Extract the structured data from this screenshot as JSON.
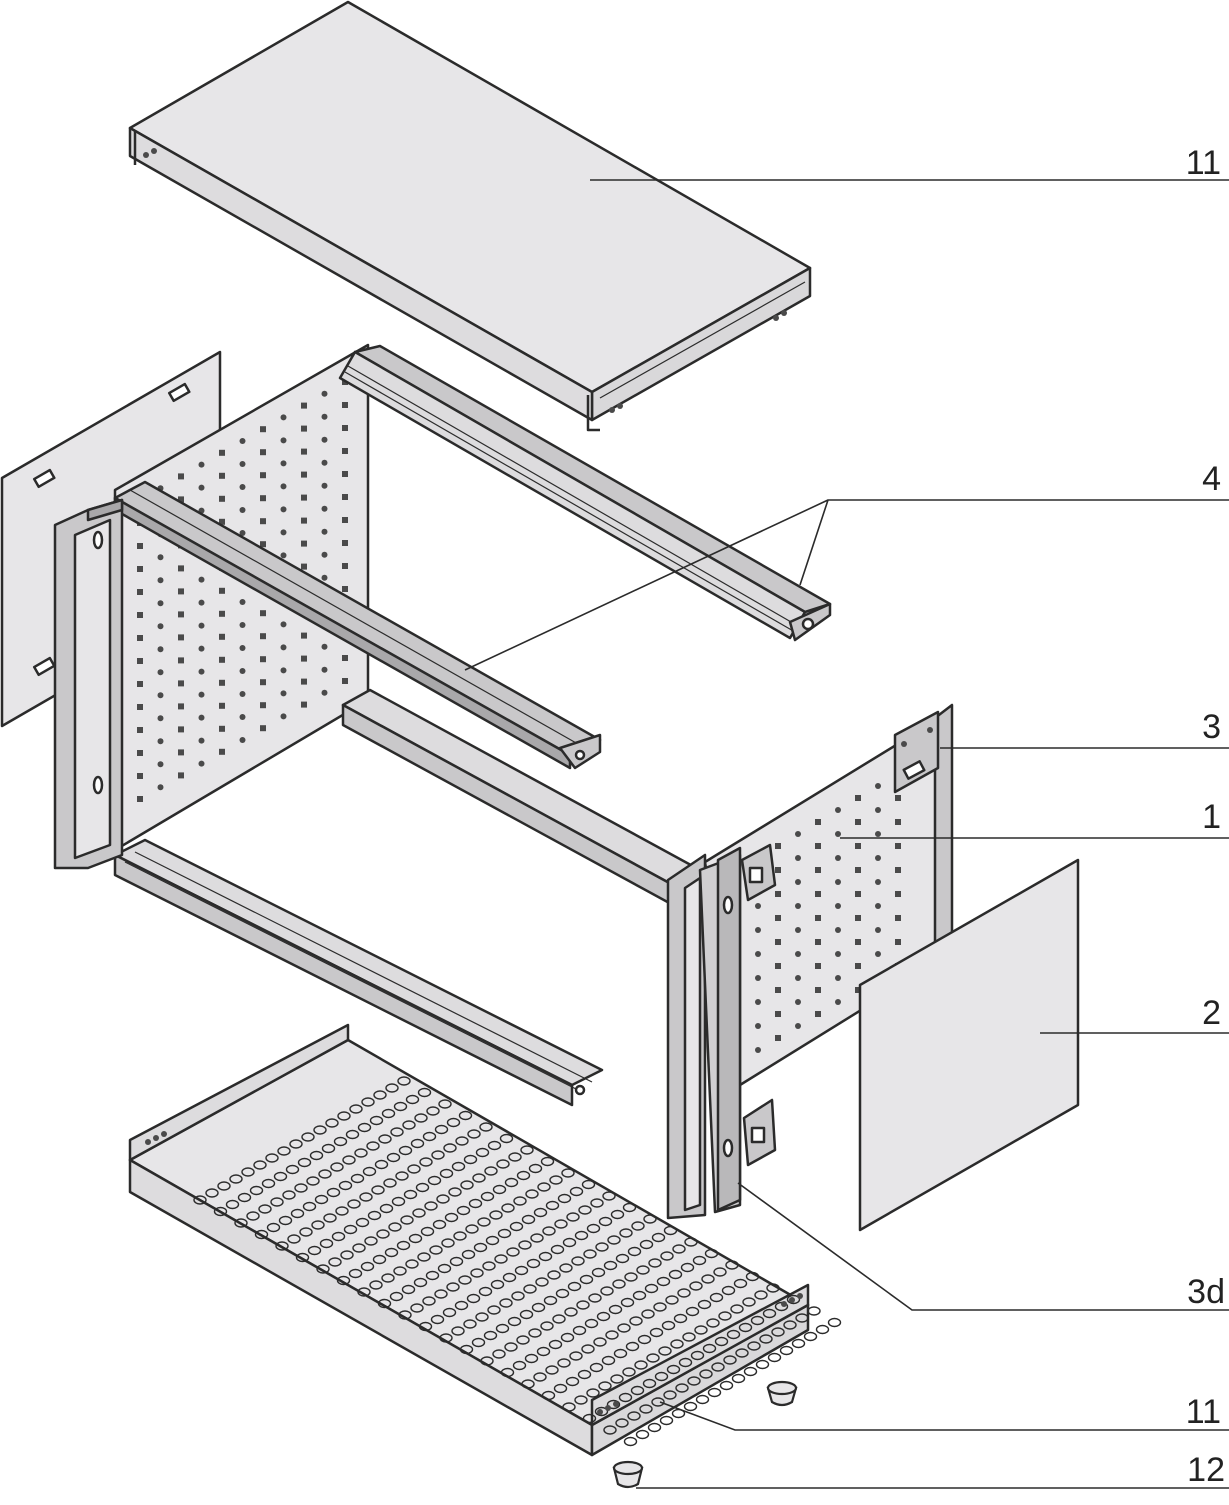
{
  "callouts": {
    "top_cover": "11",
    "guide_rails": "4",
    "mounting_bracket": "3",
    "side_panel": "1",
    "side_cover": "2",
    "front_handle": "3d",
    "bottom_cover": "11",
    "foot": "12"
  },
  "colors": {
    "line": "#2b2b2b",
    "panel_fill": "#e7e6e8",
    "rail_fill": "#c9c8ca",
    "rail_dark": "#a9a8aa",
    "hole_fill": "#4a4a4a"
  }
}
